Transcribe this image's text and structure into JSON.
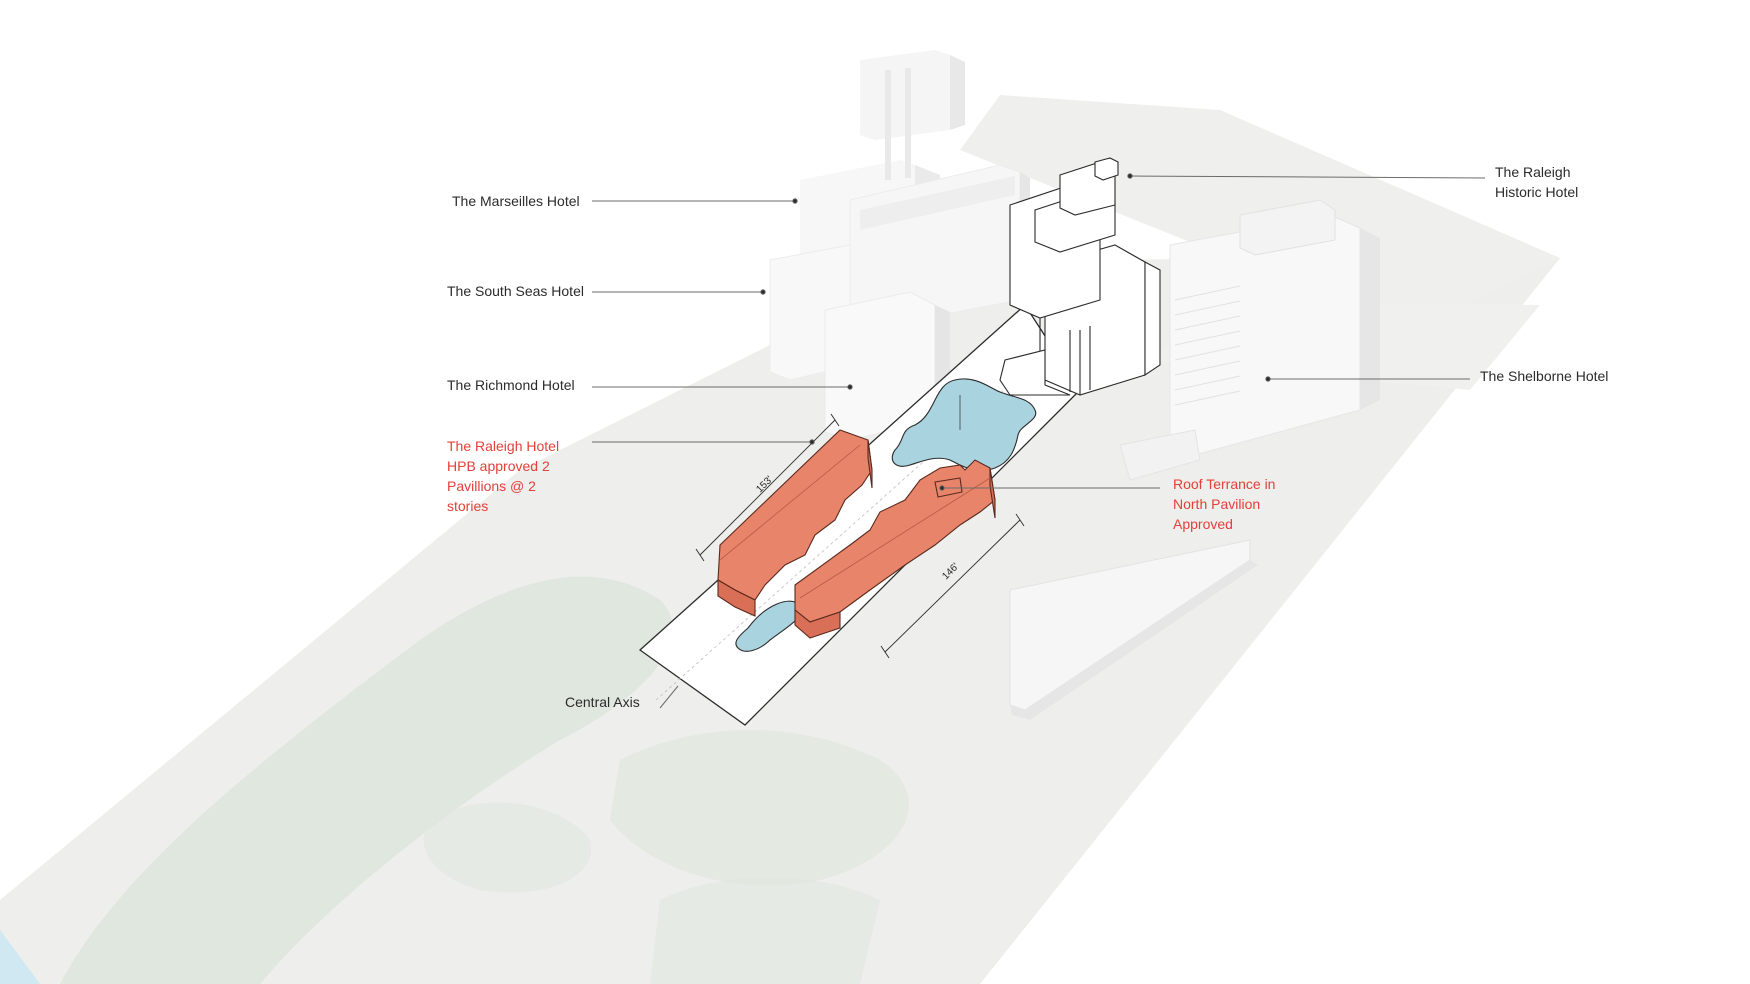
{
  "labels": {
    "marseilles": "The Marseilles Hotel",
    "south_seas": "The South Seas Hotel",
    "richmond": "The Richmond Hotel",
    "raleigh_hpb": "The Raleigh Hotel HPB approved 2 Pavillions @ 2 stories",
    "central_axis": "Central Axis",
    "raleigh_historic": "The Raleigh Historic Hotel",
    "shelborne": "The Shelborne Hotel",
    "roof_terrace": "Roof Terrance in North Pavilion Approved"
  },
  "dimensions": {
    "pavilion_a": "153'",
    "pavilion_b": "146'"
  },
  "colors": {
    "highlight": "#e2403a",
    "pavilion_fill": "#e8846a",
    "pool": "#a9d3df",
    "ground": "#ececea",
    "vegetation": "#dde6dc",
    "water": "#cfe8f2"
  }
}
